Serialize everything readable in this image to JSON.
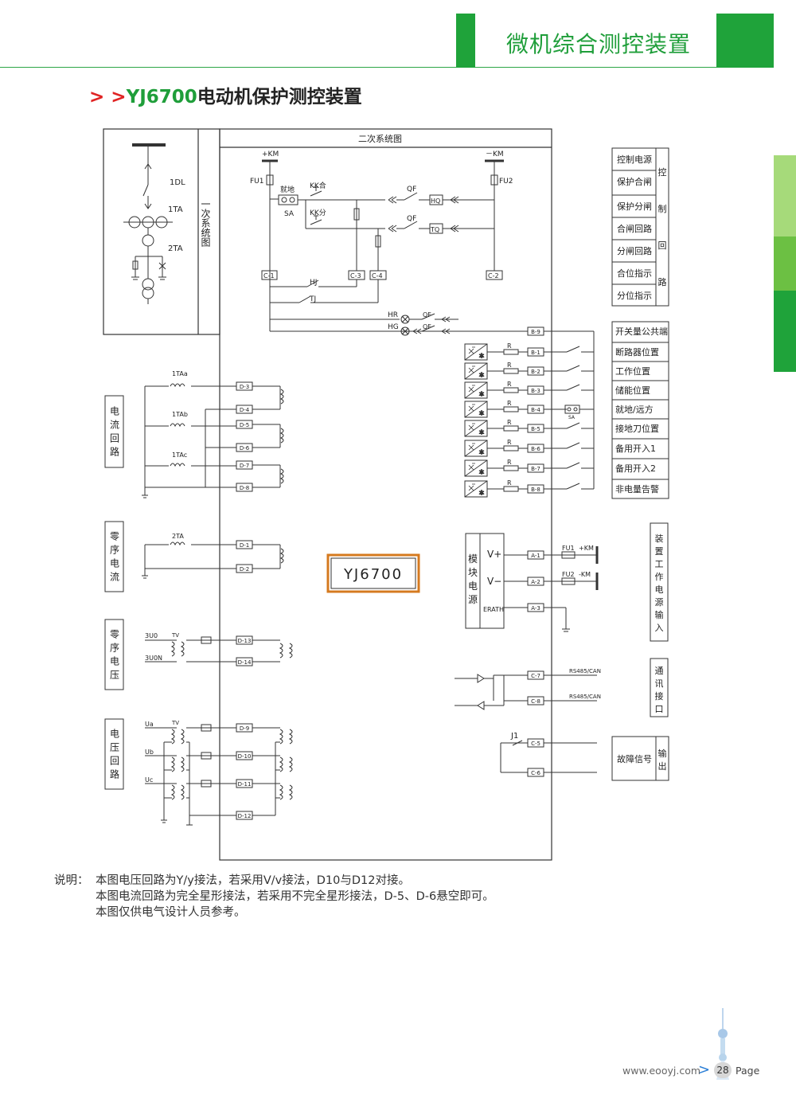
{
  "header": {
    "title": "微机综合测控装置"
  },
  "title": {
    "arrows": "> >",
    "model": "YJ6700",
    "name": "电动机保护测控装置"
  },
  "diagram": {
    "primary_label": "一次系统图",
    "secondary_label": "二次系统图",
    "device": "YJ6700",
    "primary": {
      "dl": "1DL",
      "ta1": "1TA",
      "ta2": "2TA"
    },
    "top": {
      "plus_km": "+KM",
      "minus_km": "－KM",
      "fu1": "FU1",
      "fu2": "FU2",
      "jiudi": "就地",
      "sa": "SA",
      "kk_he": "KK合",
      "kk_fen": "KK分",
      "qf": "QF",
      "hq": "HQ",
      "tq": "TQ",
      "hj": "HJ",
      "tj": "TJ",
      "hr": "HR",
      "hg": "HG",
      "c1": "C-1",
      "c2": "C-2",
      "c3": "C-3",
      "c4": "C-4"
    },
    "control_group": {
      "title": "控制回路",
      "items": [
        "控制电源",
        "保护合闸",
        "保护分闸",
        "合闸回路",
        "分闸回路",
        "合位指示",
        "分位指示"
      ]
    },
    "inputs": {
      "items": [
        "开关量公共端",
        "断路器位置",
        "工作位置",
        "储能位置",
        "就地/远方",
        "接地刀位置",
        "备用开入1",
        "备用开入2",
        "非电量告警"
      ],
      "terminals": [
        "B-9",
        "B-1",
        "B-2",
        "B-3",
        "B-4",
        "B-5",
        "B-6",
        "B-7",
        "B-8"
      ],
      "r": "R",
      "sa": "SA"
    },
    "current": {
      "label": "电流回路",
      "ta": [
        "1TAa",
        "1TAb",
        "1TAc"
      ],
      "terminals": [
        "D-3",
        "D-4",
        "D-5",
        "D-6",
        "D-7",
        "D-8"
      ]
    },
    "zero_current": {
      "label": "零序电流",
      "ta": "2TA",
      "terminals": [
        "D-1",
        "D-2"
      ]
    },
    "zero_voltage": {
      "label": "零序电压",
      "u1": "3U0",
      "u2": "3U0N",
      "tv": "TV",
      "terminals": [
        "D-13",
        "D-14"
      ]
    },
    "voltage": {
      "label": "电压回路",
      "ua": "Ua",
      "ub": "Ub",
      "uc": "Uc",
      "tv": "TV",
      "terminals": [
        "D-9",
        "D-10",
        "D-11",
        "D-12"
      ]
    },
    "power": {
      "module_label": "模块电源",
      "v_plus": "V+",
      "v_minus": "V−",
      "erath": "ERATH",
      "terminals": [
        "A-1",
        "A-2",
        "A-3"
      ],
      "fu1": "FU1",
      "fu2": "FU2",
      "plus_km": "+KM",
      "minus_km": "-KM",
      "group_label": "装置工作电源输入"
    },
    "comm": {
      "rs1": "RS485/CAN",
      "rs2": "RS485/CAN",
      "terminals": [
        "C-7",
        "C-8"
      ],
      "label": "通讯接口"
    },
    "output": {
      "j1": "J1",
      "terminals": [
        "C-5",
        "C-6"
      ],
      "fault": "故障信号",
      "label": "输出"
    }
  },
  "notes": {
    "label": "说明：",
    "lines": [
      "本图电压回路为Y/y接法，若采用V/v接法，D10与D12对接。",
      "本图电流回路为完全星形接法，若采用不完全星形接法，D-5、D-6悬空即可。",
      "本图仅供电气设计人员参考。"
    ]
  },
  "footer": {
    "url": "www.eooyj.com",
    "arrow": ">",
    "page_num": "28",
    "page_word": "Page"
  },
  "colors": {
    "green": "#1fa33a",
    "light_green": "#8fd14f",
    "red": "#e02424",
    "device_border": "#d57a1f"
  }
}
